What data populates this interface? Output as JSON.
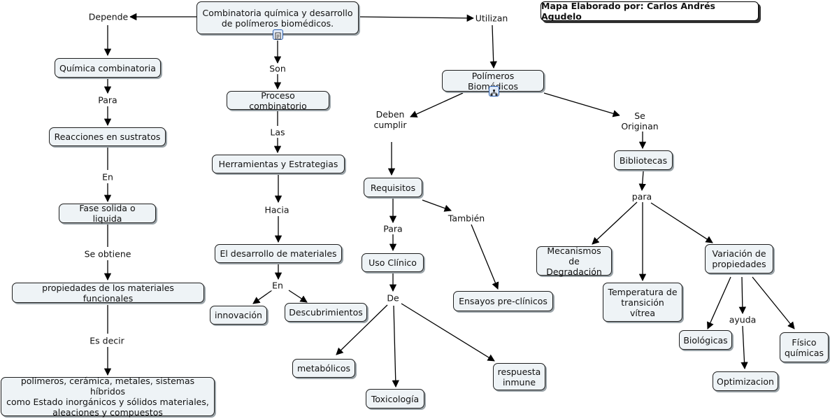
{
  "title": "Mapa Elaborado por: Carlos Andrés Agudelo",
  "nodes": {
    "root": "Combinatoria química y  desarrollo\nde polímeros biomédicos.",
    "quimica": "Química combinatoria",
    "reacciones": "Reacciones en sustratos",
    "fase": "Fase solida o liquida",
    "propiedades": "propiedades de los materiales funcionales",
    "polimeros_lista": "polímeros, cerámica, metales, sistemas híbridos\ncomo Estado inorgánicos y sólidos materiales,\naleaciones y compuestos",
    "proceso": "Proceso combinatorio",
    "herramientas": "Herramientas y Estrategias",
    "desarrollo": "El desarrollo de materiales",
    "innovacion": "innovación",
    "descubrimientos": "Descubrimientos",
    "polimeros_bio": "Polímeros Biomédicos",
    "requisitos": "Requisitos",
    "uso_clinico": "Uso Clínico",
    "ensayos": "Ensayos pre-clínicos",
    "metabolicos": "metabólicos",
    "toxicologia": "Toxicología",
    "respuesta": "respuesta\ninmune",
    "bibliotecas": "Bibliotecas",
    "mecanismos": "Mecanismos de\nDegradación",
    "temperatura": "Temperatura de\ntransición\nvítrea",
    "variacion": "Variación de\npropiedades",
    "biologicas": "Biológicas",
    "fisico": "Físico\nquímicas",
    "optimizacion": "Optimizacion"
  },
  "links": {
    "depende": "Depende",
    "utilizan": "Utilizan",
    "para_1": "Para",
    "en_1": "En",
    "se_obtiene": "Se obtiene",
    "es_decir": "Es decir",
    "son": "Son",
    "las": "Las",
    "hacia": "Hacia",
    "en_2": "En",
    "deben_cumplir": "Deben\ncumplir",
    "para_2": "Para",
    "tambien": "También",
    "de": "De",
    "se_originan": "Se\nOriginan",
    "para_3": "para",
    "ayuda": "ayuda"
  },
  "icons": {
    "root": "document-icon",
    "polimeros_bio": "map-icon"
  }
}
